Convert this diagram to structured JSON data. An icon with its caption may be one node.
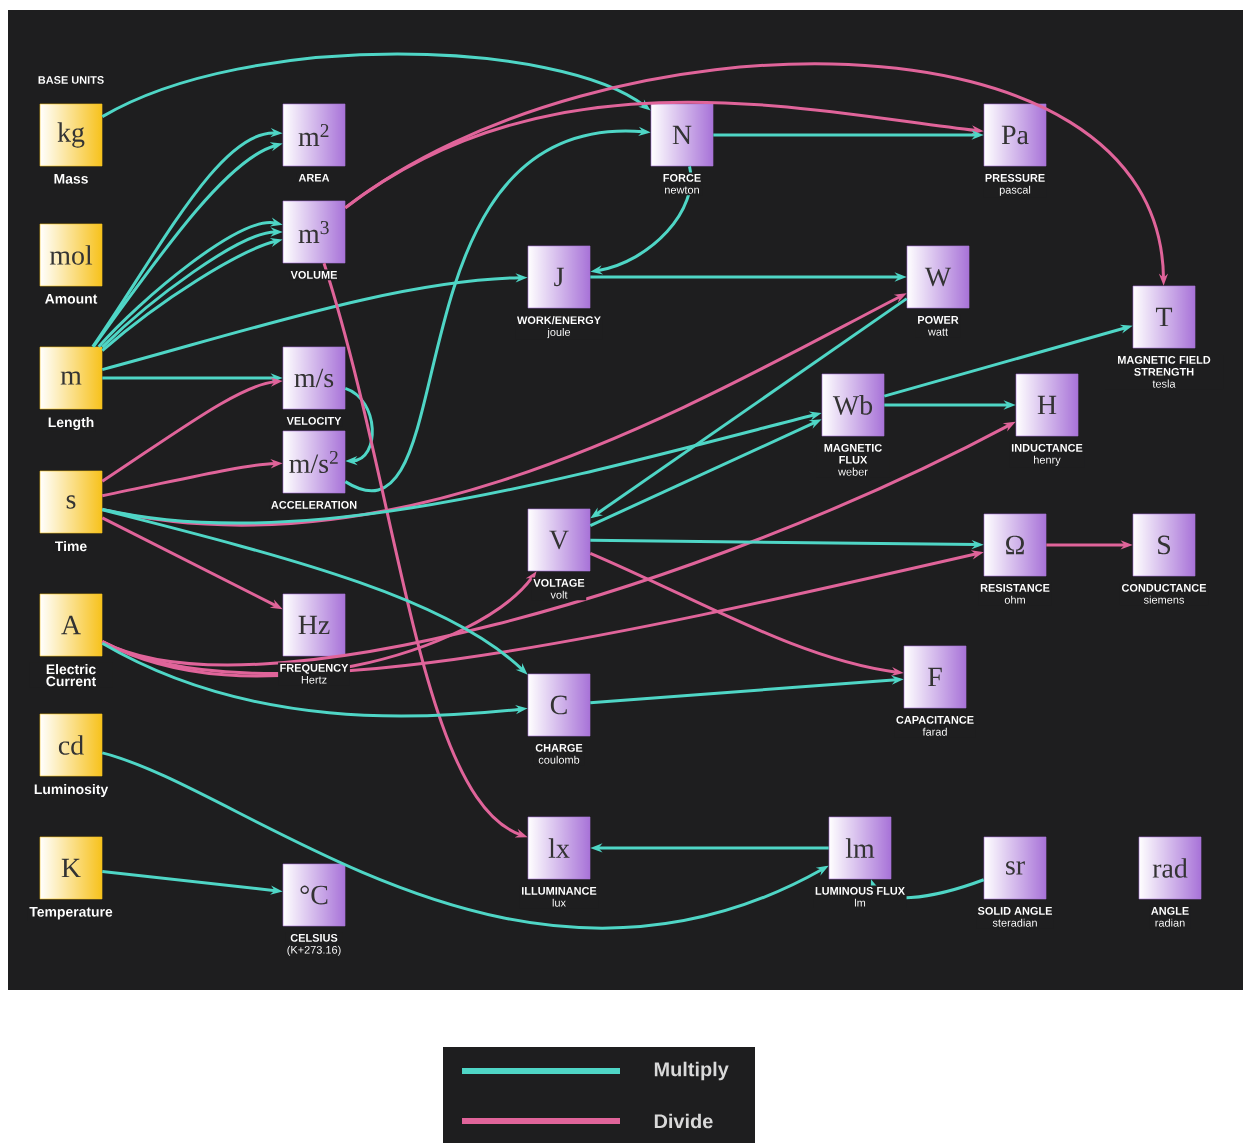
{
  "diagram": {
    "nodes": [
      {
        "text": [
          "kg",
          "Mass"
        ]
      },
      {
        "text": [
          "mol",
          "Amount"
        ]
      },
      {
        "text": [
          "m",
          "Length"
        ]
      },
      {
        "text": [
          "s",
          "Time"
        ]
      },
      {
        "text": [
          "A",
          "Electric Current"
        ]
      },
      {
        "text": [
          "cd",
          "Luminosity"
        ]
      },
      {
        "text": [
          "K",
          "Temperature"
        ]
      },
      {
        "text": [
          "m$^{2}$",
          "AREA"
        ]
      },
      {
        "text": [
          "m$^{3}$",
          "VOLUME"
        ]
      },
      {
        "text": [
          "m/s",
          "VELOCITY"
        ]
      },
      {
        "text": [
          "m/s$^{2}$",
          "ACCELERATION"
        ]
      },
      {
        "text": [
          "Hz",
          "FREQUENCY",
          "Hertz"
        ]
      },
      {
        "text": [
          "°C",
          "CELSIUS",
          "(K+273.16)"
        ]
      },
      {
        "text": [
          "N",
          "FORCE",
          "newton"
        ]
      },
      {
        "text": [
          "J",
          "WORK/ENERGY",
          "joule"
        ]
      },
      {
        "text": [
          "V",
          "VOLTAGE",
          "volt"
        ]
      },
      {
        "text": [
          "C",
          "CHARGE",
          "coulomb"
        ]
      },
      {
        "text": [
          "lx",
          "ILLUMINANCE",
          "lux"
        ]
      },
      {
        "text": [
          "Pa",
          "PRESSURE",
          "pascal"
        ]
      },
      {
        "text": [
          "W",
          "POWER",
          "watt"
        ]
      },
      {
        "text": [
          "Wb",
          "MAGNETIC FLUX",
          "weber"
        ]
      },
      {
        "text": [
          "H",
          "INDUCTANCE",
          "henry"
        ]
      },
      {
        "text": [
          "T",
          "MAGNETIC FIELD STRENGTH",
          "tesla"
        ]
      },
      {
        "text": [
          "Ω",
          "RESISTANCE",
          "ohm"
        ]
      },
      {
        "text": [
          "S",
          "CONDUCTANCE",
          "siemens"
        ]
      },
      {
        "text": [
          "F",
          "CAPACITANCE",
          "farad"
        ]
      },
      {
        "text": [
          "lm",
          "LUMINOUS FLUX",
          "lm"
        ]
      },
      {
        "text": [
          "sr",
          "SOLID ANGLE",
          "steradian"
        ]
      },
      {
        "text": [
          "rad",
          "ANGLE",
          "radian"
        ]
      }
    ],
    "edges": [
      {
        "from": 0,
        "to": 13,
        "arrow": "to"
      },
      {
        "from": 2,
        "to": 7,
        "arrow": "to"
      },
      {
        "from": 2,
        "to": 7,
        "arrow": "to"
      },
      {
        "from": 2,
        "to": 8,
        "arrow": "to"
      },
      {
        "from": 2,
        "to": 8,
        "arrow": "to"
      },
      {
        "from": 2,
        "to": 8,
        "arrow": "to"
      },
      {
        "from": 2,
        "to": 14,
        "arrow": "to"
      },
      {
        "from": 2,
        "to": 9,
        "arrow": "to"
      },
      {
        "from": 3,
        "to": 9,
        "arrow": "to",
        "color": "#e0649a"
      },
      {
        "from": 3,
        "to": 10,
        "arrow": "to",
        "color": "#e0649a"
      },
      {
        "from": 9,
        "to": 10,
        "arrow": "to"
      },
      {
        "from": 10,
        "to": 13,
        "arrow": "to"
      },
      {
        "from": 8,
        "to": 18,
        "arrow": "to",
        "color": "#e0649a"
      },
      {
        "from": 8,
        "to": 22,
        "arrow": "to",
        "color": "#e0649a"
      },
      {
        "from": 8,
        "to": 17,
        "arrow": "to",
        "color": "#e0649a"
      },
      {
        "from": 13,
        "to": 14,
        "arrow": "to"
      },
      {
        "from": 13,
        "to": 18,
        "arrow": "to"
      },
      {
        "from": 14,
        "to": 19,
        "arrow": "to"
      },
      {
        "from": 3,
        "to": 19,
        "arrow": "to",
        "color": "#e0649a"
      },
      {
        "from": 19,
        "to": 15,
        "arrow": "to"
      },
      {
        "from": 3,
        "to": 20,
        "arrow": "to"
      },
      {
        "from": 15,
        "to": 20,
        "arrow": "to"
      },
      {
        "from": 20,
        "to": 22,
        "arrow": "to"
      },
      {
        "from": 20,
        "to": 21,
        "arrow": "to"
      },
      {
        "from": 4,
        "to": 15,
        "arrow": "to",
        "color": "#e0649a"
      },
      {
        "from": 4,
        "to": 23,
        "arrow": "to",
        "color": "#e0649a"
      },
      {
        "from": 4,
        "to": 21,
        "arrow": "to",
        "color": "#e0649a"
      },
      {
        "from": 3,
        "to": 11,
        "arrow": "to",
        "color": "#e0649a"
      },
      {
        "from": 3,
        "to": 16,
        "arrow": "to"
      },
      {
        "from": 4,
        "to": 16,
        "arrow": "to"
      },
      {
        "from": 15,
        "to": 23,
        "arrow": "to"
      },
      {
        "from": 23,
        "to": 24,
        "arrow": "to",
        "color": "#e0649a"
      },
      {
        "from": 15,
        "to": 25,
        "arrow": "to",
        "color": "#e0649a"
      },
      {
        "from": 16,
        "to": 25,
        "arrow": "to"
      },
      {
        "from": 26,
        "to": 17,
        "arrow": "to"
      },
      {
        "from": 5,
        "to": 26,
        "arrow": "to"
      },
      {
        "from": 27,
        "to": 26,
        "arrow": "to"
      },
      {
        "from": 6,
        "to": 12,
        "arrow": "to"
      }
    ],
    "labels": [
      "BASE UNITS"
    ],
    "legend": [
      {
        "text": "Multiply",
        "color": "#4fd6c6"
      },
      {
        "text": "Divide",
        "color": "#e0649a"
      }
    ]
  }
}
